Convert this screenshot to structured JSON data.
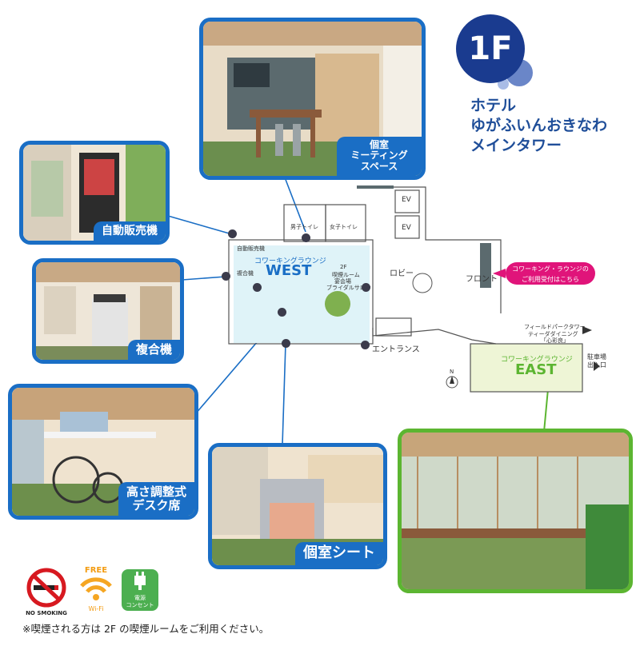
{
  "floor_badge": "1F",
  "hotel_name": [
    "ホテル",
    "ゆがふいんおきなわ",
    "メインタワー"
  ],
  "photos": {
    "meeting_space": "個室\nミーティング\nスペース",
    "vending": "自動販売機",
    "copier": "複合機",
    "standing_desk": "高さ調整式\nデスク席",
    "private_seat": "個室シート"
  },
  "map": {
    "west_lounge_kana": "コワーキングラウンジ",
    "west_lounge_name": "WEST",
    "east_lounge_kana": "コワーキングラウンジ",
    "east_lounge_name": "EAST",
    "vending_small": "自動販売機",
    "copier_small": "複合機",
    "mens_toilet": "男子トイレ",
    "womens_toilet": "女子トイレ",
    "ev1": "EV",
    "ev2": "EV",
    "lobby": "ロビー",
    "front": "フロント",
    "entrance": "エントランス",
    "second_floor": "2F",
    "second_floor_rooms": [
      "喫煙ルーム",
      "宴会場",
      "ブライダルサロン"
    ],
    "parking": [
      "駐車場",
      "出入口"
    ],
    "field_park": [
      "フィールドパークタワー",
      "ティーダダイニング",
      "「心彩良」"
    ],
    "reception_callout": [
      "コワーキング・ラウンジの",
      "ご利用受付はこちら"
    ],
    "compass": "N"
  },
  "amenities": {
    "no_smoking": "NO SMOKING",
    "free": "FREE",
    "wifi": "Wi-Fi",
    "outlet": [
      "電源",
      "コンセント"
    ]
  },
  "footnote": "※喫煙される方は 2F の喫煙ルームをご利用ください。",
  "colors": {
    "blue_frame": "#1a6ec5",
    "green_frame": "#5cb531",
    "badge": "#1a3b8f",
    "callout": "#e0147a"
  }
}
